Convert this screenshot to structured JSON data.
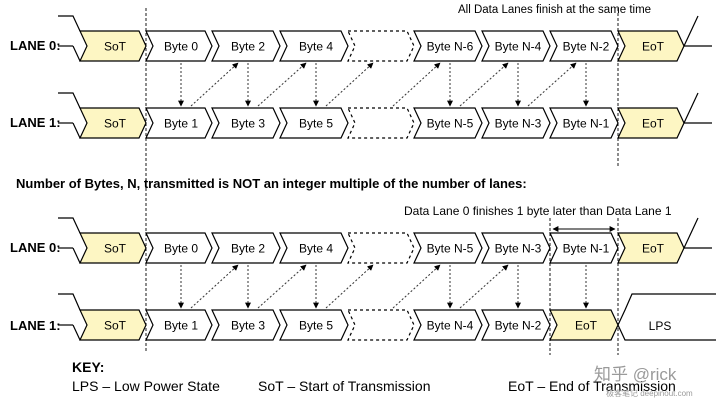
{
  "diagram": {
    "sections": [
      {
        "id": "equal",
        "top_note": "All Data Lanes finish at the same time",
        "lanes": [
          {
            "label": "LANE 0:",
            "cells": [
              "SoT",
              "Byte 0",
              "Byte 2",
              "Byte 4",
              "",
              "Byte N-6",
              "Byte N-4",
              "Byte N-2",
              "EoT"
            ],
            "tail": ""
          },
          {
            "label": "LANE 1:",
            "cells": [
              "SoT",
              "Byte 1",
              "Byte 3",
              "Byte 5",
              "",
              "Byte N-5",
              "Byte N-3",
              "Byte N-1",
              "EoT"
            ],
            "tail": ""
          }
        ]
      },
      {
        "id": "unequal",
        "heading": "Number of Bytes, N, transmitted is NOT an integer multiple of the number of lanes:",
        "note": "Data Lane 0 finishes 1 byte later than Data Lane 1",
        "lanes": [
          {
            "label": "LANE 0:",
            "cells": [
              "SoT",
              "Byte 0",
              "Byte 2",
              "Byte 4",
              "",
              "Byte N-5",
              "Byte N-3",
              "Byte N-1",
              "EoT"
            ],
            "tail": ""
          },
          {
            "label": "LANE 1:",
            "cells": [
              "SoT",
              "Byte 1",
              "Byte 3",
              "Byte 5",
              "",
              "Byte N-4",
              "Byte N-2",
              "EoT"
            ],
            "tail": "LPS"
          }
        ]
      }
    ],
    "key": {
      "title": "KEY:",
      "items": [
        "LPS – Low Power State",
        "SoT – Start of Transmission",
        "EoT – End of Transmission"
      ]
    },
    "watermark": "知乎 @rick",
    "watermark_small": "极客笔记 deepinout.com"
  },
  "colors": {
    "sot_eot_fill": "#fdf6c3",
    "line": "#000000",
    "dotted": "#333333"
  }
}
